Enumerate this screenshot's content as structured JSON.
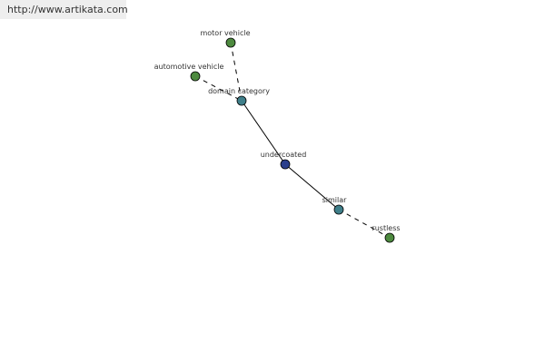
{
  "header": {
    "url_text": "http://www.artikata.com"
  },
  "colors": {
    "green_node": "#4d8a3f",
    "teal_node": "#3f7f8a",
    "blue_node": "#2b3f8c",
    "edge": "#000000",
    "label": "#333333"
  },
  "graph": {
    "nodes": [
      {
        "id": "motor",
        "label": "motor vehicle",
        "color": "green_node"
      },
      {
        "id": "automotive",
        "label": "automotive vehicle",
        "color": "green_node"
      },
      {
        "id": "domain",
        "label": "domain category",
        "color": "teal_node"
      },
      {
        "id": "undercoated",
        "label": "undercoated",
        "color": "blue_node"
      },
      {
        "id": "similar",
        "label": "similar",
        "color": "teal_node"
      },
      {
        "id": "rustless",
        "label": "rustless",
        "color": "green_node"
      }
    ],
    "edges": [
      {
        "from": "motor",
        "to": "domain",
        "style": "dashed"
      },
      {
        "from": "automotive",
        "to": "domain",
        "style": "dashed"
      },
      {
        "from": "domain",
        "to": "undercoated",
        "style": "solid"
      },
      {
        "from": "undercoated",
        "to": "similar",
        "style": "solid"
      },
      {
        "from": "similar",
        "to": "rustless",
        "style": "dashed"
      }
    ]
  }
}
